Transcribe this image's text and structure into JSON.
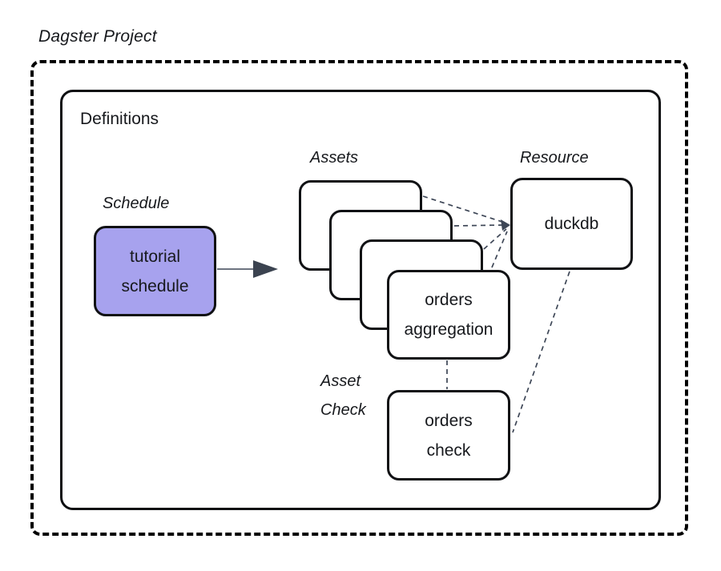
{
  "title": "Dagster Project",
  "definitions": {
    "label": "Definitions"
  },
  "schedule": {
    "section_label": "Schedule",
    "box_lines": [
      "tutorial",
      "schedule"
    ]
  },
  "assets": {
    "section_label": "Assets",
    "stack_count": 4,
    "front_box_lines": [
      "orders",
      "aggregation"
    ]
  },
  "resource": {
    "section_label": "Resource",
    "box_lines": [
      "duckdb"
    ]
  },
  "asset_check": {
    "section_label_lines": [
      "Asset",
      "Check"
    ],
    "box_lines": [
      "orders",
      "check"
    ]
  },
  "colors": {
    "schedule_fill": "#a7a2ee",
    "connector_slate": "#3d4656",
    "box_border": "#101114",
    "outer_border": "#000000"
  }
}
